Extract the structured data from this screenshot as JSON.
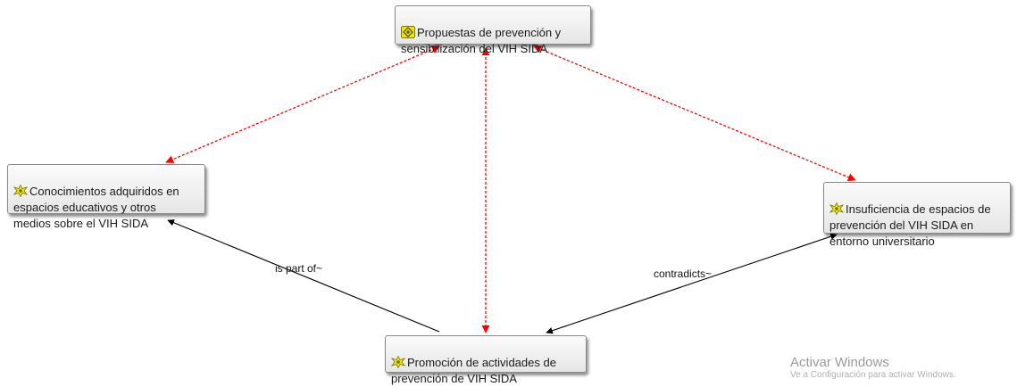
{
  "nodes": {
    "propuestas": "Propuestas de prevención y\nsensibilización del VIH SIDA",
    "conocimientos": "Conocimientos adquiridos en\nespacios educativos y otros\nmedios sobre el VIH SIDA",
    "insuficiencia": "Insuficiencia de espacios de\nprevención del VIH SIDA en\nentorno universitario",
    "promocion": "Promoción de actividades de\nprevención de VIH SIDA"
  },
  "edges": {
    "is_part_of": "is part of~",
    "contradicts": "contradicts~"
  },
  "watermark": {
    "title": "Activar Windows",
    "subtitle": "Ve a Configuración para activar Windows."
  },
  "colors": {
    "association_edge": "#ff0000",
    "relation_edge": "#000000",
    "node_icon": "#e8e000"
  }
}
